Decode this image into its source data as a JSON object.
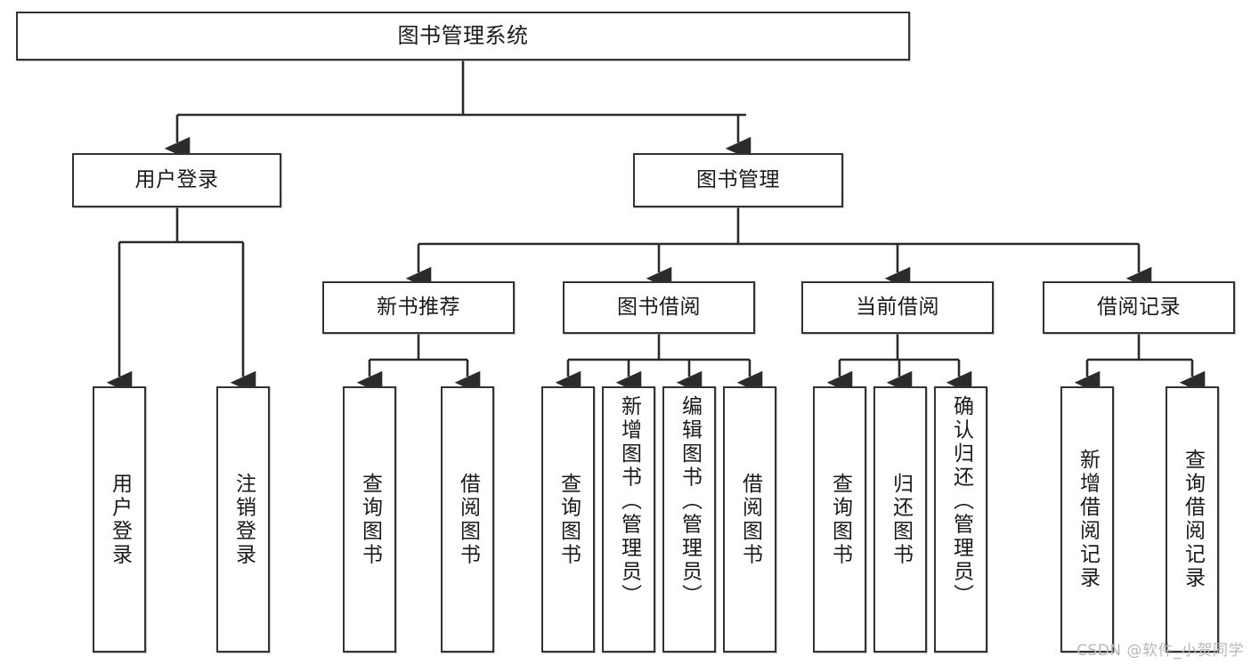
{
  "diagram": {
    "title": "图书管理系统",
    "type": "tree",
    "nodes": {
      "root": {
        "label": "图书管理系统"
      },
      "level2": [
        {
          "id": "user-login",
          "label": "用户登录"
        },
        {
          "id": "book-manage",
          "label": "图书管理"
        }
      ],
      "level3": [
        {
          "id": "new-book-recommend",
          "label": "新书推荐"
        },
        {
          "id": "book-borrow",
          "label": "图书借阅"
        },
        {
          "id": "current-borrow",
          "label": "当前借阅"
        },
        {
          "id": "borrow-record",
          "label": "借阅记录"
        }
      ],
      "leaves": {
        "user-login": [
          {
            "id": "leaf-user-login",
            "label": "用户登录"
          },
          {
            "id": "leaf-logout",
            "label": "注销登录"
          }
        ],
        "new-book-recommend": [
          {
            "id": "leaf-query-book-1",
            "label": "查询图书"
          },
          {
            "id": "leaf-borrow-book-1",
            "label": "借阅图书"
          }
        ],
        "book-borrow": [
          {
            "id": "leaf-query-book-2",
            "label": "查询图书"
          },
          {
            "id": "leaf-add-book",
            "label": "新增图书（管理员）"
          },
          {
            "id": "leaf-edit-book",
            "label": "编辑图书（管理员）"
          },
          {
            "id": "leaf-borrow-book-2",
            "label": "借阅图书"
          }
        ],
        "current-borrow": [
          {
            "id": "leaf-query-book-3",
            "label": "查询图书"
          },
          {
            "id": "leaf-return-book",
            "label": "归还图书"
          },
          {
            "id": "leaf-confirm-return",
            "label": "确认归还（管理员）"
          }
        ],
        "borrow-record": [
          {
            "id": "leaf-add-record",
            "label": "新增借阅记录"
          },
          {
            "id": "leaf-query-record",
            "label": "查询借阅记录"
          }
        ]
      }
    }
  },
  "watermark": {
    "text": "CSDN @软件_小贺同学"
  },
  "colors": {
    "box_border": "#333333",
    "box_fill": "#ffffff",
    "connector": "#2b2b2b",
    "text": "#1a1a1a",
    "watermark": "#b8b8b8",
    "page_background": "#ffffff"
  }
}
